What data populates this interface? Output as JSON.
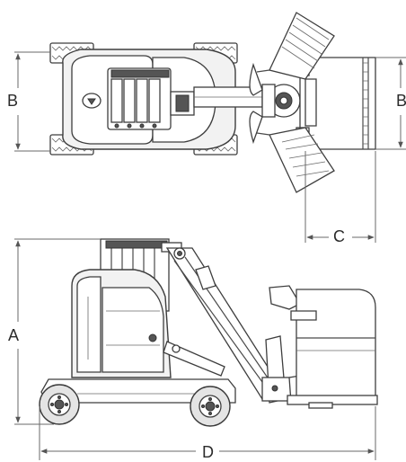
{
  "dimensions": {
    "b_left": "B",
    "b_right": "B",
    "c": "C",
    "a": "A",
    "d": "D"
  }
}
